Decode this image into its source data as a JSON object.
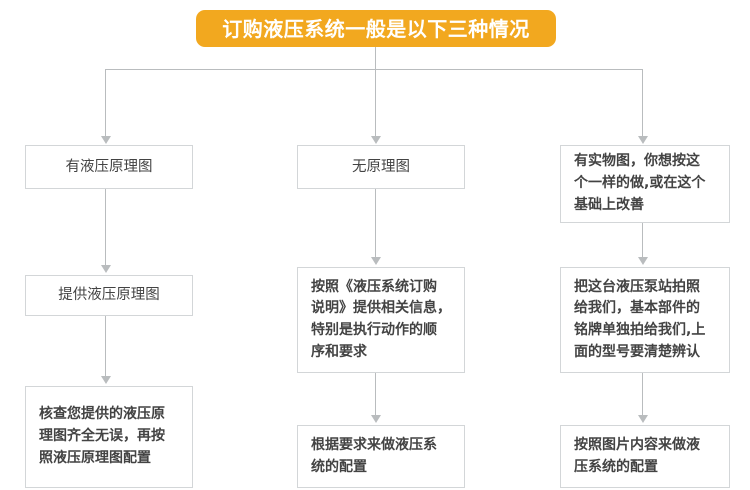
{
  "title": {
    "text": "订购液压系统一般是以下三种情况",
    "background_color": "#f2a81f",
    "text_color": "#ffffff"
  },
  "theme": {
    "box_border_color": "#d3d6d8",
    "connector_color": "#b9bcbe",
    "text_color": "#434343",
    "page_background": "#ffffff"
  },
  "chart_data": {
    "type": "diagram",
    "diagram_kind": "flowchart",
    "title": "订购液压系统一般是以下三种情况",
    "orientation": "top-down, three parallel branches",
    "branches": [
      {
        "id": "branch-1",
        "steps": [
          "有液压原理图",
          "提供液压原理图",
          "核查您提供的液压原理图齐全无误，再按照液压原理图配置"
        ]
      },
      {
        "id": "branch-2",
        "steps": [
          "无原理图",
          "按照《液压系统订购说明》提供相关信息，特别是执行动作的顺序和要求",
          "根据要求来做液压系统的配置"
        ]
      },
      {
        "id": "branch-3",
        "steps": [
          "有实物图，你想按这个一样的做,或在这个基础上改善",
          "把这台液压泵站拍照给我们，基本部件的铭牌单独拍给我们,上面的型号要清楚辨认",
          "按照图片内容来做液压系统的配置"
        ]
      }
    ]
  },
  "nodes": {
    "b1r1": "有液压原理图",
    "b1r2": "提供液压原理图",
    "b1r3": "核查您提供的液压原\n理图齐全无误，再按\n照液压原理图配置",
    "b2r1": "无原理图",
    "b2r2": "按照《液压系统订购\n说明》提供相关信息，\n特别是执行动作的顺\n序和要求",
    "b2r3": "根据要求来做液压系\n统的配置",
    "b3r1": "有实物图，你想按这\n个一样的做,或在这个\n基础上改善",
    "b3r2": "把这台液压泵站拍照\n给我们，基本部件的\n铭牌单独拍给我们,上\n面的型号要清楚辨认",
    "b3r3": "按照图片内容来做液\n压系统的配置"
  }
}
